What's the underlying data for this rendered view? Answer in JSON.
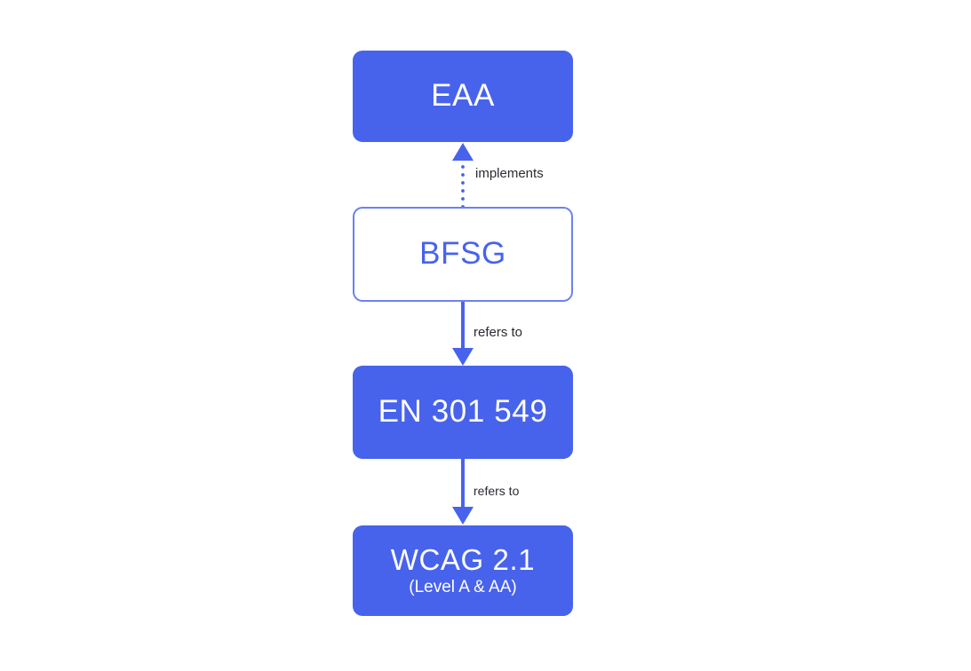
{
  "diagram": {
    "type": "flowchart",
    "orientation": "vertical-top-down",
    "background_color": "#ffffff",
    "accent_color": "#4763ec",
    "label_color": "#2b2b33",
    "nodes": [
      {
        "id": "eaa",
        "title": "EAA",
        "subtitle": "",
        "style": "filled",
        "fill": "#4763ec",
        "text_color": "#ffffff"
      },
      {
        "id": "bfsg",
        "title": "BFSG",
        "subtitle": "",
        "style": "outlined",
        "fill": "#ffffff",
        "border_color": "#6b82ef",
        "text_color": "#4763ec"
      },
      {
        "id": "en301549",
        "title": "EN 301 549",
        "subtitle": "",
        "style": "filled",
        "fill": "#4763ec",
        "text_color": "#ffffff"
      },
      {
        "id": "wcag",
        "title": "WCAG 2.1",
        "subtitle": "(Level A & AA)",
        "style": "filled",
        "fill": "#4763ec",
        "text_color": "#ffffff"
      }
    ],
    "edges": [
      {
        "id": "implements",
        "from": "bfsg",
        "to": "eaa",
        "label": "implements",
        "line_style": "dotted",
        "direction": "up",
        "color": "#4763ec"
      },
      {
        "id": "refers-to-en",
        "from": "bfsg",
        "to": "en301549",
        "label": "refers to",
        "line_style": "solid",
        "direction": "down",
        "color": "#4763ec"
      },
      {
        "id": "refers-to-wcag",
        "from": "en301549",
        "to": "wcag",
        "label": "refers to",
        "line_style": "solid",
        "direction": "down",
        "color": "#4763ec"
      }
    ]
  }
}
